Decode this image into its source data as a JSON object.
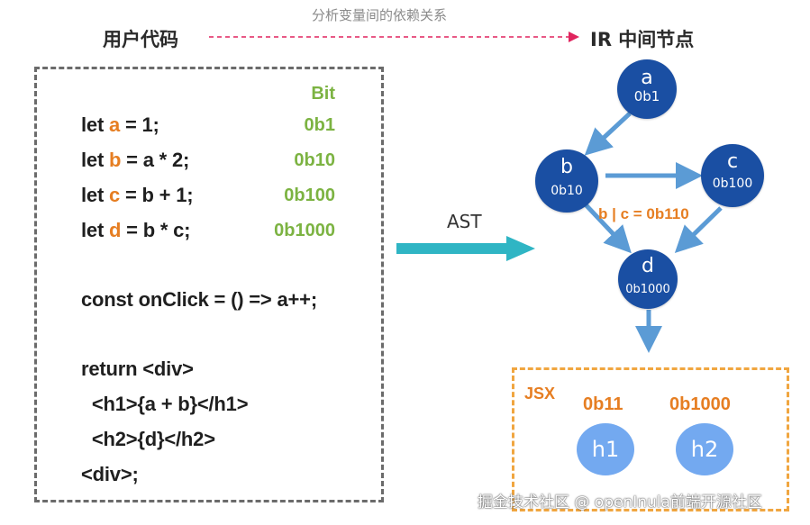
{
  "header": {
    "user_code_label": "用户代码",
    "ir_label": "IR 中间节点",
    "caption": "分析变量间的依赖关系"
  },
  "code": {
    "bit_header": "Bit",
    "lines": [
      {
        "pre": "let ",
        "var": "a",
        "post": " = 1;",
        "bits": "0b1"
      },
      {
        "pre": "let ",
        "var": "b",
        "post": " = a * 2;",
        "bits": "0b10"
      },
      {
        "pre": "let ",
        "var": "c",
        "post": " = b + 1;",
        "bits": "0b100"
      },
      {
        "pre": "let ",
        "var": "d",
        "post": " = b * c;",
        "bits": "0b1000"
      }
    ],
    "onclick": "const onClick = () => a++;",
    "return_lines": [
      "return <div>",
      "  <h1>{a + b}</h1>",
      "  <h2>{d}</h2>",
      "<div>;"
    ]
  },
  "ast_label": "AST",
  "nodes": {
    "a": {
      "name": "a",
      "bits": "0b1"
    },
    "b": {
      "name": "b",
      "bits": "0b10"
    },
    "c": {
      "name": "c",
      "bits": "0b100"
    },
    "d": {
      "name": "d",
      "bits": "0b1000"
    }
  },
  "edge_label": "b | c = 0b110",
  "jsx": {
    "title": "JSX",
    "h1": {
      "label": "h1",
      "bits": "0b11"
    },
    "h2": {
      "label": "h2",
      "bits": "0b1000"
    }
  },
  "colors": {
    "node": "#1a4fa3",
    "light_node": "#73a9f0",
    "arrow": "#5b9bd5",
    "ast_arrow": "#2fb5c4",
    "accent_orange": "#e67e22",
    "bit_green": "#7cb342",
    "dashed_arrow": "#e0245e"
  },
  "watermark": "掘金技术社区 @ openInula前端开源社区"
}
